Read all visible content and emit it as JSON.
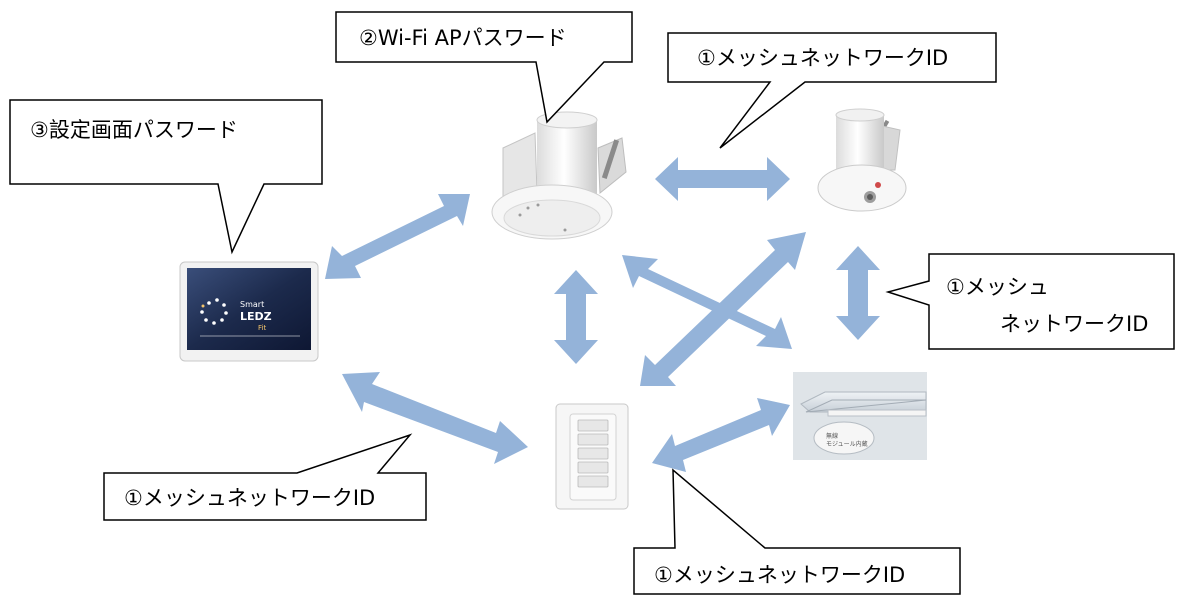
{
  "callouts": {
    "wifi_ap": "②Wi-Fi APパスワード",
    "settings": "③設定画面パスワード",
    "mesh_top": "①メッシュネットワークID",
    "mesh_right_line1": "①メッシュ",
    "mesh_right_line2": "ネットワークID",
    "mesh_bottom_left": "①メッシュネットワークID",
    "mesh_bottom": "①メッシュネットワークID"
  },
  "devices": {
    "tablet_screen": {
      "line1": "Smart",
      "line2": "LEDZ",
      "line3": "Fit"
    },
    "fixture_module_label": "無線\nモジュール内蔵"
  },
  "colors": {
    "arrow": "#94b3d9",
    "callout_border": "#000000"
  }
}
